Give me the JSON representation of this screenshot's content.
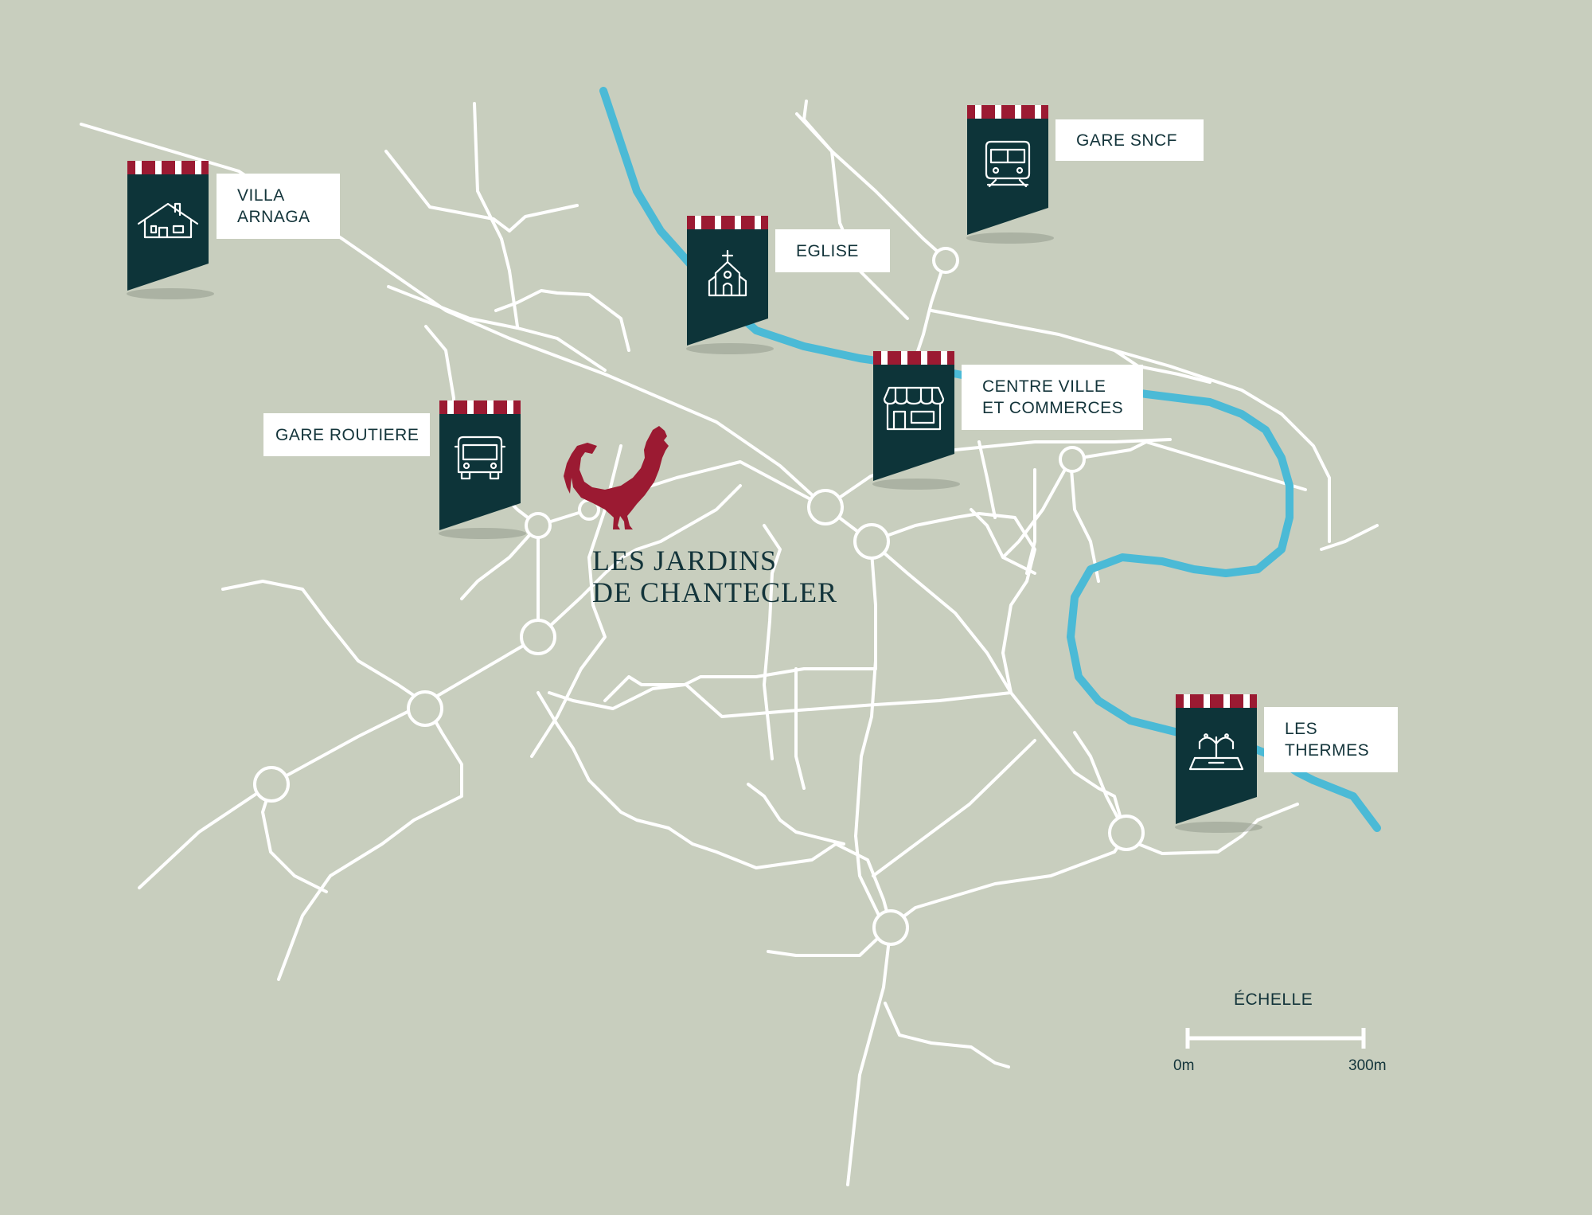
{
  "colors": {
    "background": "#c8cebe",
    "road": "#ffffff",
    "river": "#4bbad6",
    "banner": "#0d3439",
    "accent": "#9b1a32",
    "text": "#13343a"
  },
  "brand": {
    "line1": "LES JARDINS",
    "line2": "DE CHANTECLER",
    "emblem": "rooster-icon"
  },
  "landmarks": [
    {
      "id": "villa-arnaga",
      "label": "VILLA\nARNAGA",
      "icon": "house-icon"
    },
    {
      "id": "eglise",
      "label": "EGLISE",
      "icon": "church-icon"
    },
    {
      "id": "gare-sncf",
      "label": "GARE SNCF",
      "icon": "train-icon"
    },
    {
      "id": "gare-routiere",
      "label": "GARE ROUTIERE",
      "icon": "bus-icon"
    },
    {
      "id": "centre-ville",
      "label": "CENTRE VILLE\nET COMMERCES",
      "icon": "shop-icon"
    },
    {
      "id": "les-thermes",
      "label": "LES\nTHERMES",
      "icon": "fountain-icon"
    }
  ],
  "scale": {
    "title": "ÉCHELLE",
    "start": "0m",
    "end": "300m"
  }
}
